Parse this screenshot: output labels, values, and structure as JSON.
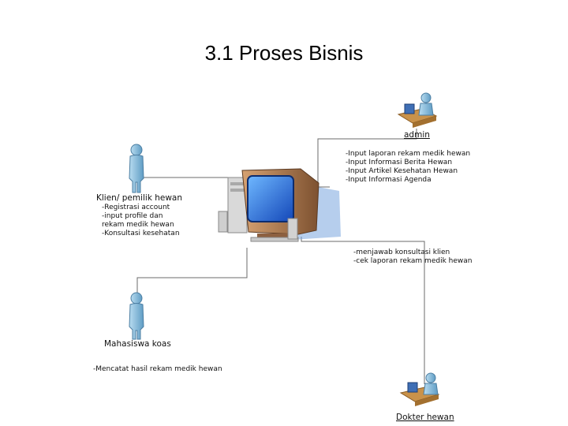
{
  "title": "3.1 Proses Bisnis",
  "actors": {
    "admin": {
      "label": "admin",
      "tasks": [
        "-Input laporan rekam medik hewan",
        "-Input Informasi Berita Hewan",
        "-Input Artikel Kesehatan Hewan",
        "-Input Informasi Agenda"
      ]
    },
    "client": {
      "label": "Klien/ pemilik hewan",
      "tasks": [
        "-Registrasi account",
        "-input profile dan",
        "rekam medik hewan",
        "-Konsultasi kesehatan"
      ]
    },
    "student": {
      "label": "Mahasiswa koas",
      "tasks": [
        "-Mencatat hasil rekam medik hewan"
      ]
    },
    "doctor": {
      "label": "Dokter hewan",
      "tasks": [
        "-menjawab konsultasi klien",
        "-cek laporan rekam medik hewan"
      ]
    }
  },
  "colors": {
    "line": "#6b6b6b",
    "person": "#8fbedc",
    "screen": "#1e6fd9",
    "monitor": "#b9875a"
  }
}
